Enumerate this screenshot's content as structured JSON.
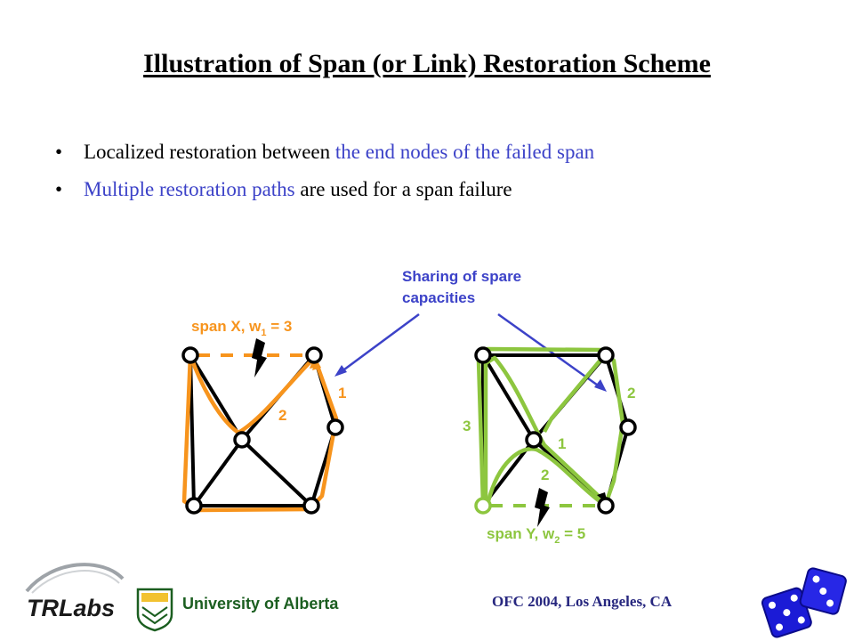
{
  "title": "Illustration of Span (or Link) Restoration Scheme",
  "bullets": [
    {
      "black": "Localized restoration between ",
      "blue": "the end nodes of the failed span"
    },
    {
      "blue": "Multiple restoration paths",
      "black": " are used for a span failure"
    }
  ],
  "annotation": {
    "line1": "Sharing of spare",
    "line2": "capacities"
  },
  "left_diagram": {
    "label_main": "span X, w",
    "label_sub": "1",
    "label_value": " = 3",
    "path_labels": [
      "1",
      "2"
    ],
    "color": "#f7941d"
  },
  "right_diagram": {
    "label_main": "span Y, w",
    "label_sub": "2",
    "label_value": " = 5",
    "path_labels": [
      "3",
      "2",
      "1",
      "2"
    ],
    "color": "#8dc63f"
  },
  "footer": "OFC 2004, Los Angeles, CA",
  "logos": {
    "trlabs": "TRLabs",
    "ualberta": "University of Alberta"
  },
  "colors": {
    "accent_blue": "#3c42c8",
    "label_orange": "#f7941d",
    "label_green": "#8dc63f",
    "footer_navy": "#27277f",
    "dice_blue": "#1b1bd6"
  }
}
